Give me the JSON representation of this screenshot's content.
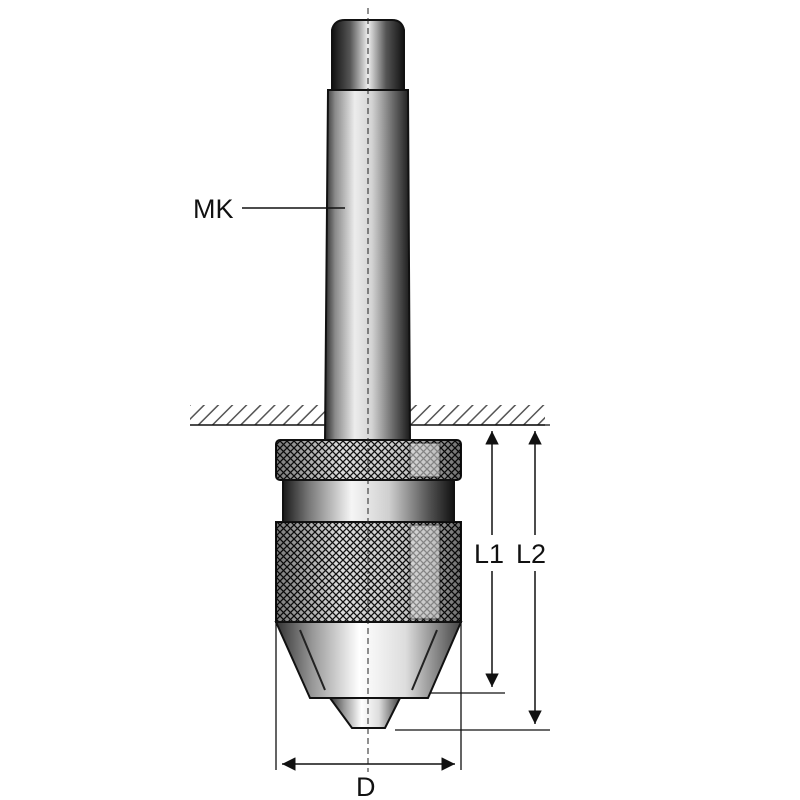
{
  "labels": {
    "mk": "MK",
    "l1": "L1",
    "l2": "L2",
    "d": "D"
  },
  "colors": {
    "metal_dark": "#111111",
    "metal_mid": "#7a7a7a",
    "metal_light": "#f2f2f2",
    "hatch": "#555555",
    "line": "#111111"
  }
}
